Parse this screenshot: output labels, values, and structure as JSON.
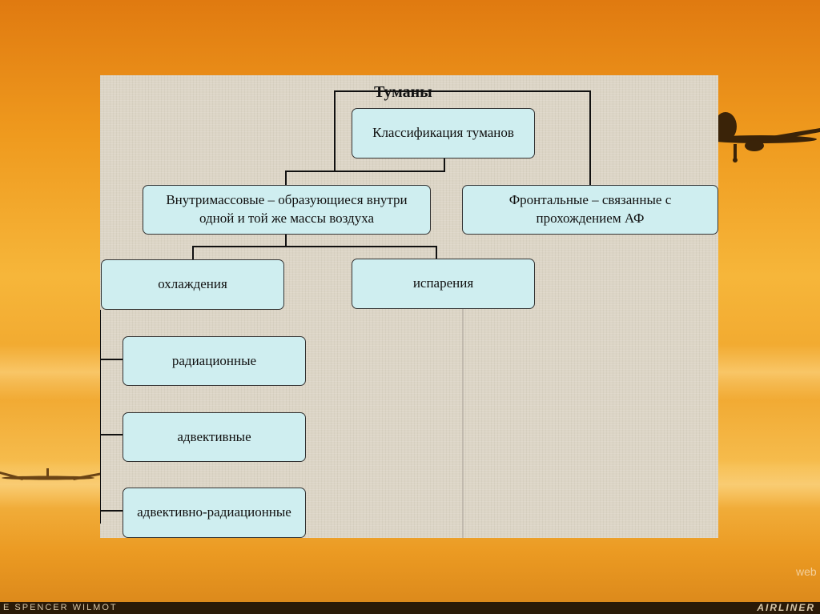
{
  "diagram": {
    "title": "Туманы",
    "nodes": {
      "root": "Классификация туманов",
      "intramass": "Внутримассовые – образующиеся внутри одной и той же массы воздуха",
      "frontal": "Фронтальные – связанные с прохождением АФ",
      "cooling": "охлаждения",
      "evaporation": "испарения",
      "radiation": "радиационные",
      "advective": "адвективные",
      "advective_radiation": "адвективно-радиационные"
    }
  },
  "background": {
    "credit_left": "E SPENCER WILMOT",
    "credit_right": "AIRLINER",
    "watermark": "web"
  },
  "colors": {
    "node_fill": "#cfeef0",
    "panel": "#dcd5c6",
    "sky": "#f0a52c"
  }
}
